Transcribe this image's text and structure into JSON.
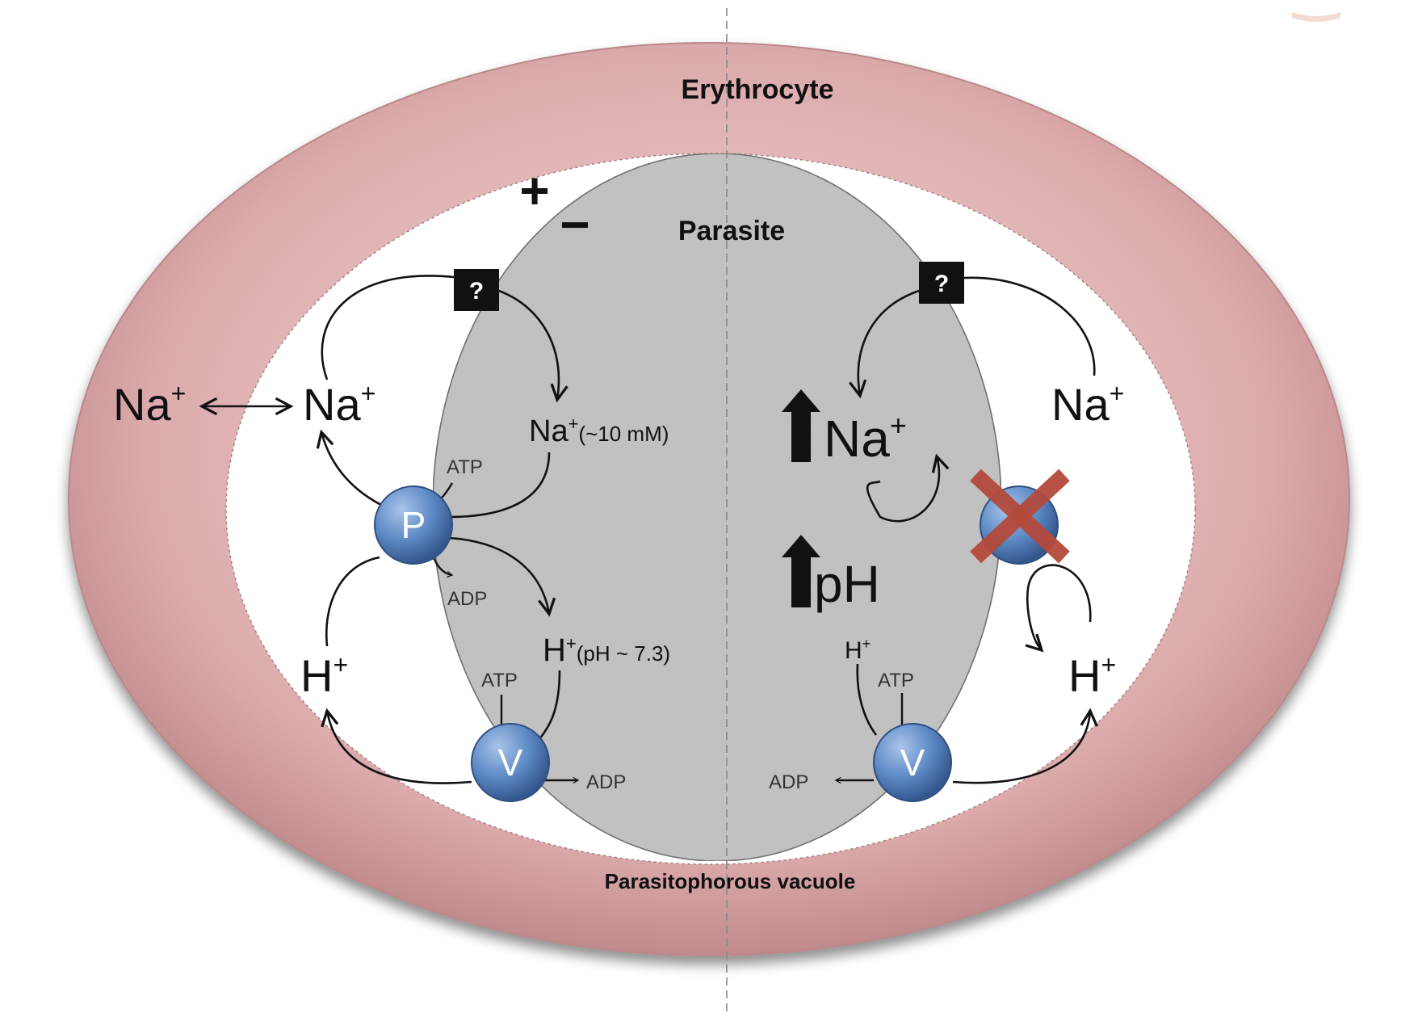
{
  "labels": {
    "erythrocyte": "Erythrocyte",
    "parasite": "Parasite",
    "vacuole": "Parasitophorous vacuole",
    "plus": "+",
    "minus": "−"
  },
  "left": {
    "na_outer": "Na",
    "na_vacuole": "Na",
    "na_inner": "Na",
    "na_inner_conc": "(~10 mM)",
    "h_vacuole": "H",
    "h_inner": "H",
    "h_inner_ph": "(pH ~ 7.3)",
    "atp_p": "ATP",
    "adp_p": "ADP",
    "atp_v": "ATP",
    "adp_v": "ADP",
    "pump_p": "P",
    "pump_v": "V",
    "transporter": "?"
  },
  "right": {
    "na_vacuole": "Na",
    "na_inner": "Na",
    "ph": "pH",
    "h_inner": "H",
    "h_vacuole": "H",
    "atp_v": "ATP",
    "adp_v": "ADP",
    "pump_v": "V",
    "transporter": "?"
  },
  "charge": {
    "plus_sup": "+"
  },
  "colors": {
    "erythrocyte": "#d8a3a4",
    "parasite": "#c7c7c7",
    "pump": "#5b86c1",
    "inhibition": "#b34a3c"
  }
}
